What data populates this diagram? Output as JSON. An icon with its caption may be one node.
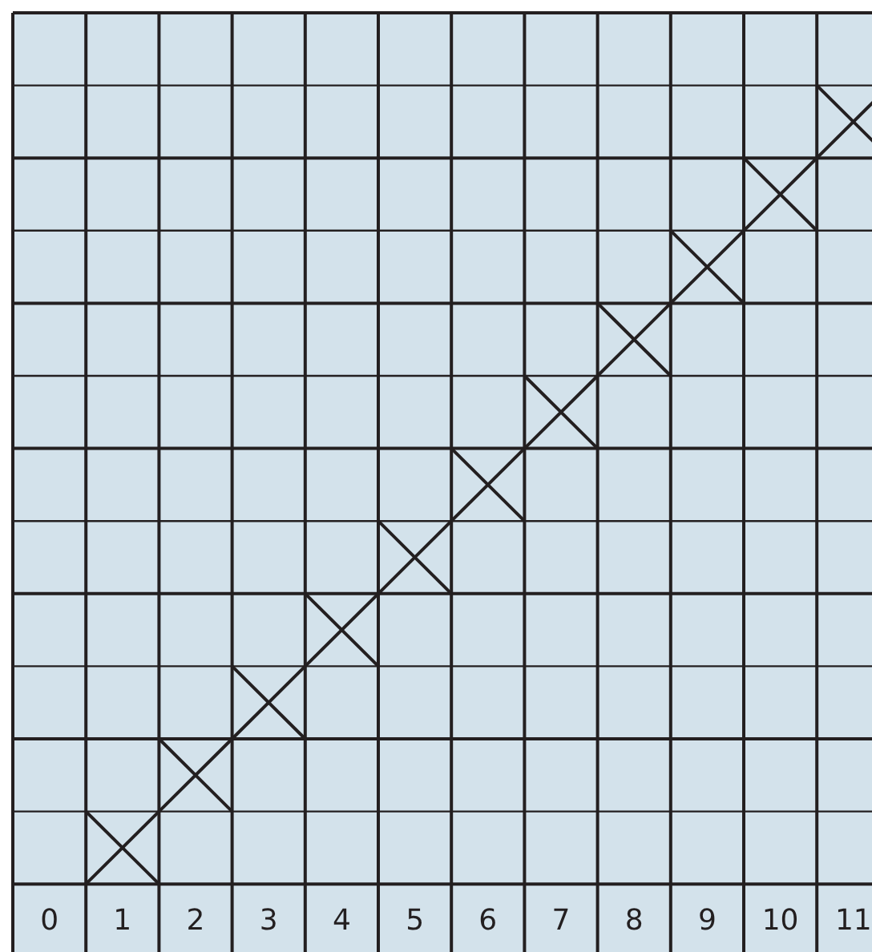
{
  "diagram": {
    "labels": [
      "0",
      "1",
      "2",
      "3",
      "4",
      "5",
      "6",
      "7",
      "8",
      "9",
      "10",
      "11"
    ]
  }
}
